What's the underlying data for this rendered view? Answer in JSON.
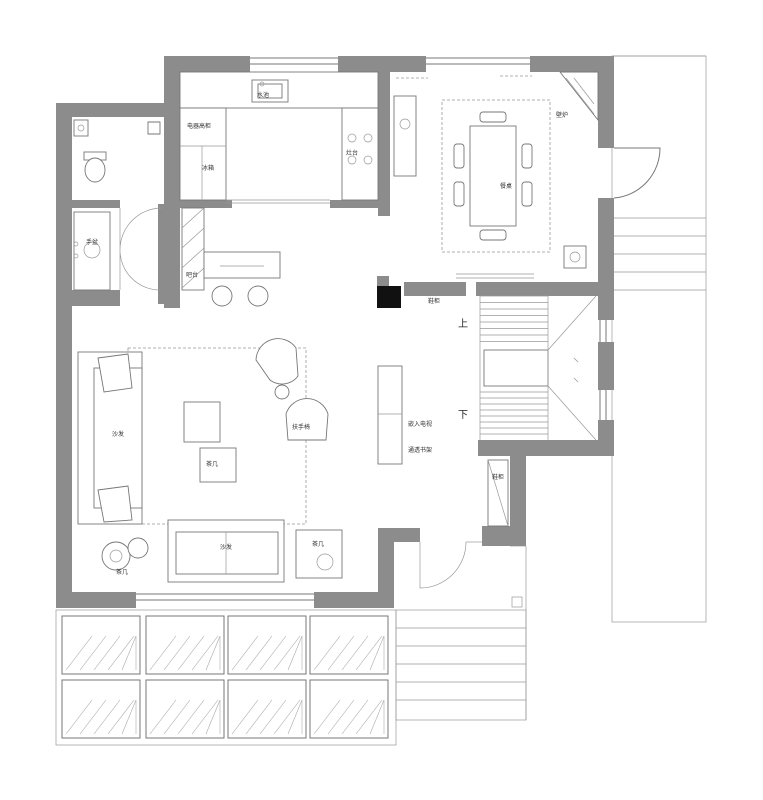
{
  "labels": {
    "sink": "水池",
    "appliance_cabinet": "电器高柜",
    "fridge": "冰箱",
    "stove": "灶台",
    "bar_counter": "吧台",
    "fireplace": "壁炉",
    "dining_table": "餐桌",
    "handwash": "手盆",
    "shoe_cabinet": "鞋柜",
    "stairs_up": "上",
    "stairs_down": "下",
    "sofa_left": "沙发",
    "sofa_bottom": "沙发",
    "armchair": "扶手椅",
    "coffee_table": "茶几",
    "side_table_left": "茶几",
    "side_table_right": "茶几",
    "embedded_tv": "嵌入电视",
    "display_shelf": "通透书架",
    "shoe_rack": "鞋柜"
  },
  "colors": {
    "wall": "#8c8c8c",
    "line": "#777777",
    "wall_black": "#111111"
  }
}
